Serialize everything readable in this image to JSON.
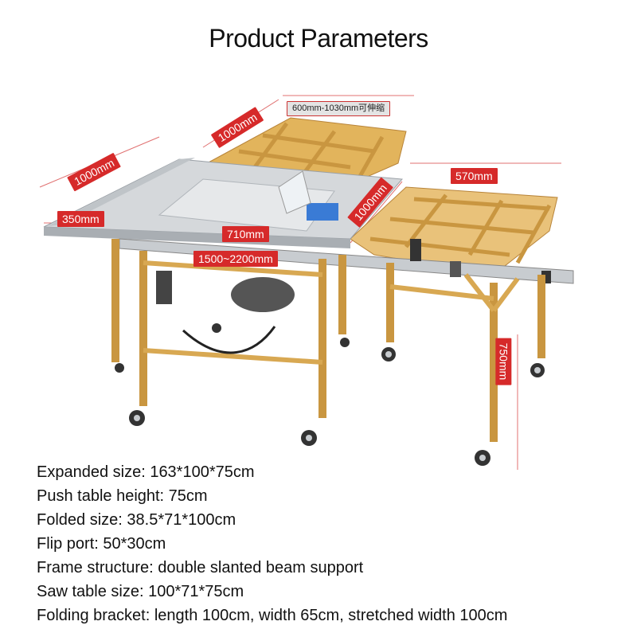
{
  "title": "Product Parameters",
  "dimension_labels": {
    "telescopic": "600mm-1030mm可伸缩",
    "top_depth": "1000mm",
    "left_depth": "1000mm",
    "right_width": "570mm",
    "side_width": "350mm",
    "table_width": "710mm",
    "right_depth": "1000mm",
    "rail_length": "1500~2200mm",
    "height": "750mm"
  },
  "specs": [
    "Expanded size: 163*100*75cm",
    "Push table height: 75cm",
    "Folded size: 38.5*71*100cm",
    "Flip port: 50*30cm",
    "Frame structure: double slanted beam support",
    "Saw table size: 100*71*75cm",
    "Folding bracket: length 100cm, width 65cm, stretched width 100cm"
  ],
  "colors": {
    "label_bg": "#d62a2a",
    "frame": "#e2b45c",
    "table": "#d5d8db"
  }
}
